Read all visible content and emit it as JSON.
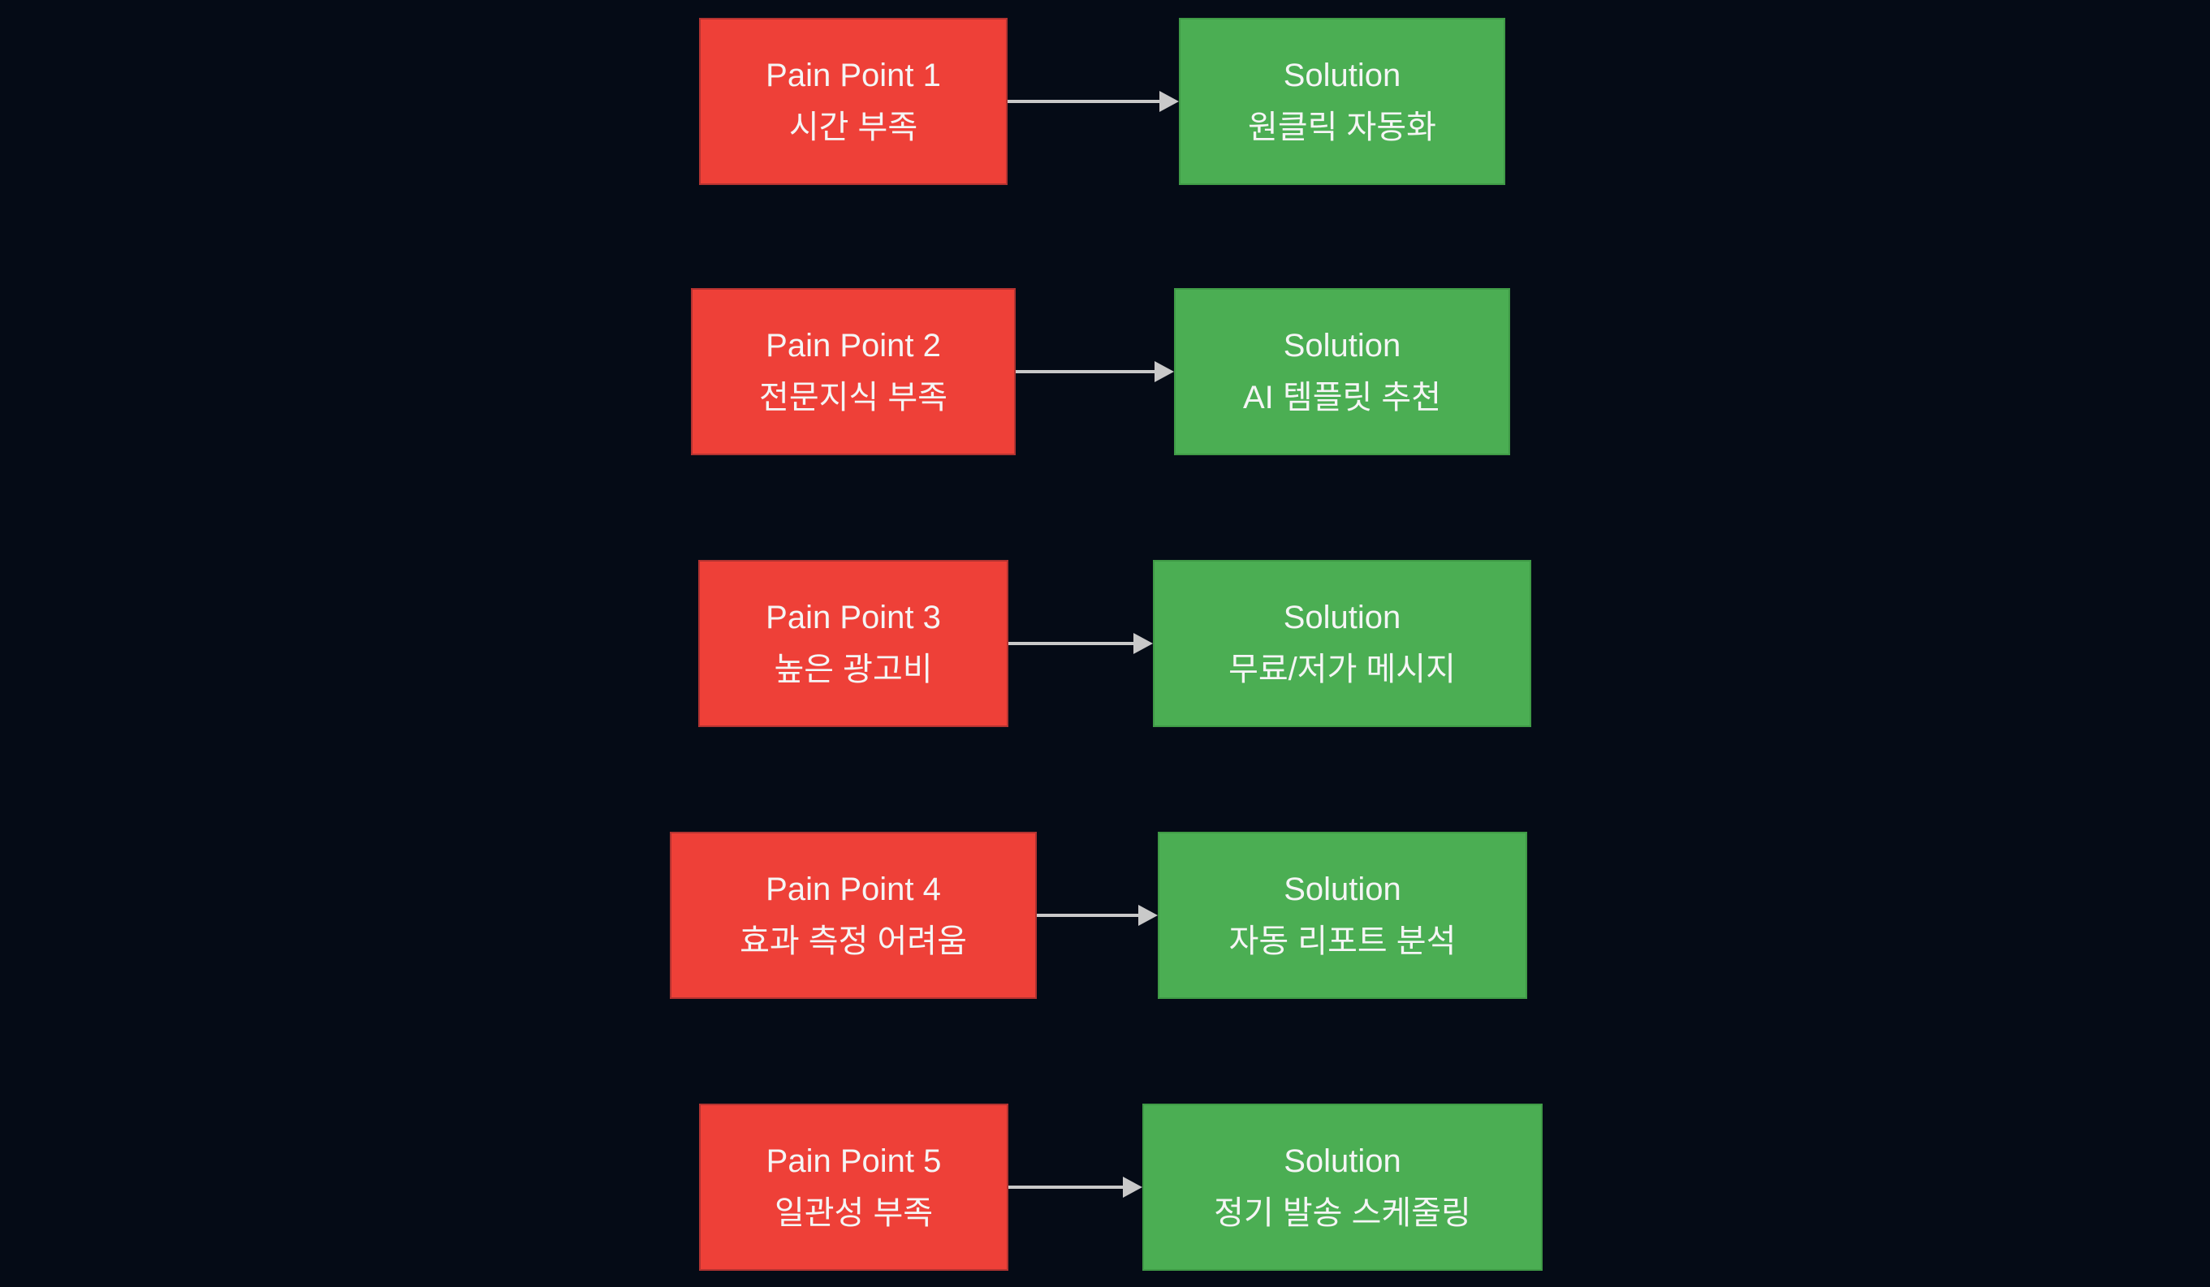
{
  "diagram": {
    "type": "flowchart",
    "colors": {
      "background": "#050b16",
      "text": "#f5f5f5",
      "arrow": "#c9c9c9",
      "pain_fill": "#ee4038",
      "pain_border": "#b13331",
      "solution_fill": "#4bae53",
      "solution_border": "#3f9a46"
    },
    "rows": [
      {
        "pain_title": "Pain Point 1",
        "pain_label": "시간 부족",
        "solution_title": "Solution",
        "solution_label": "원클릭 자동화"
      },
      {
        "pain_title": "Pain Point 2",
        "pain_label": "전문지식 부족",
        "solution_title": "Solution",
        "solution_label": "AI 템플릿 추천"
      },
      {
        "pain_title": "Pain Point 3",
        "pain_label": "높은 광고비",
        "solution_title": "Solution",
        "solution_label": "무료/저가 메시지"
      },
      {
        "pain_title": "Pain Point 4",
        "pain_label": "효과 측정 어려움",
        "solution_title": "Solution",
        "solution_label": "자동 리포트 분석"
      },
      {
        "pain_title": "Pain Point 5",
        "pain_label": "일관성 부족",
        "solution_title": "Solution",
        "solution_label": "정기 발송 스케줄링"
      }
    ]
  }
}
